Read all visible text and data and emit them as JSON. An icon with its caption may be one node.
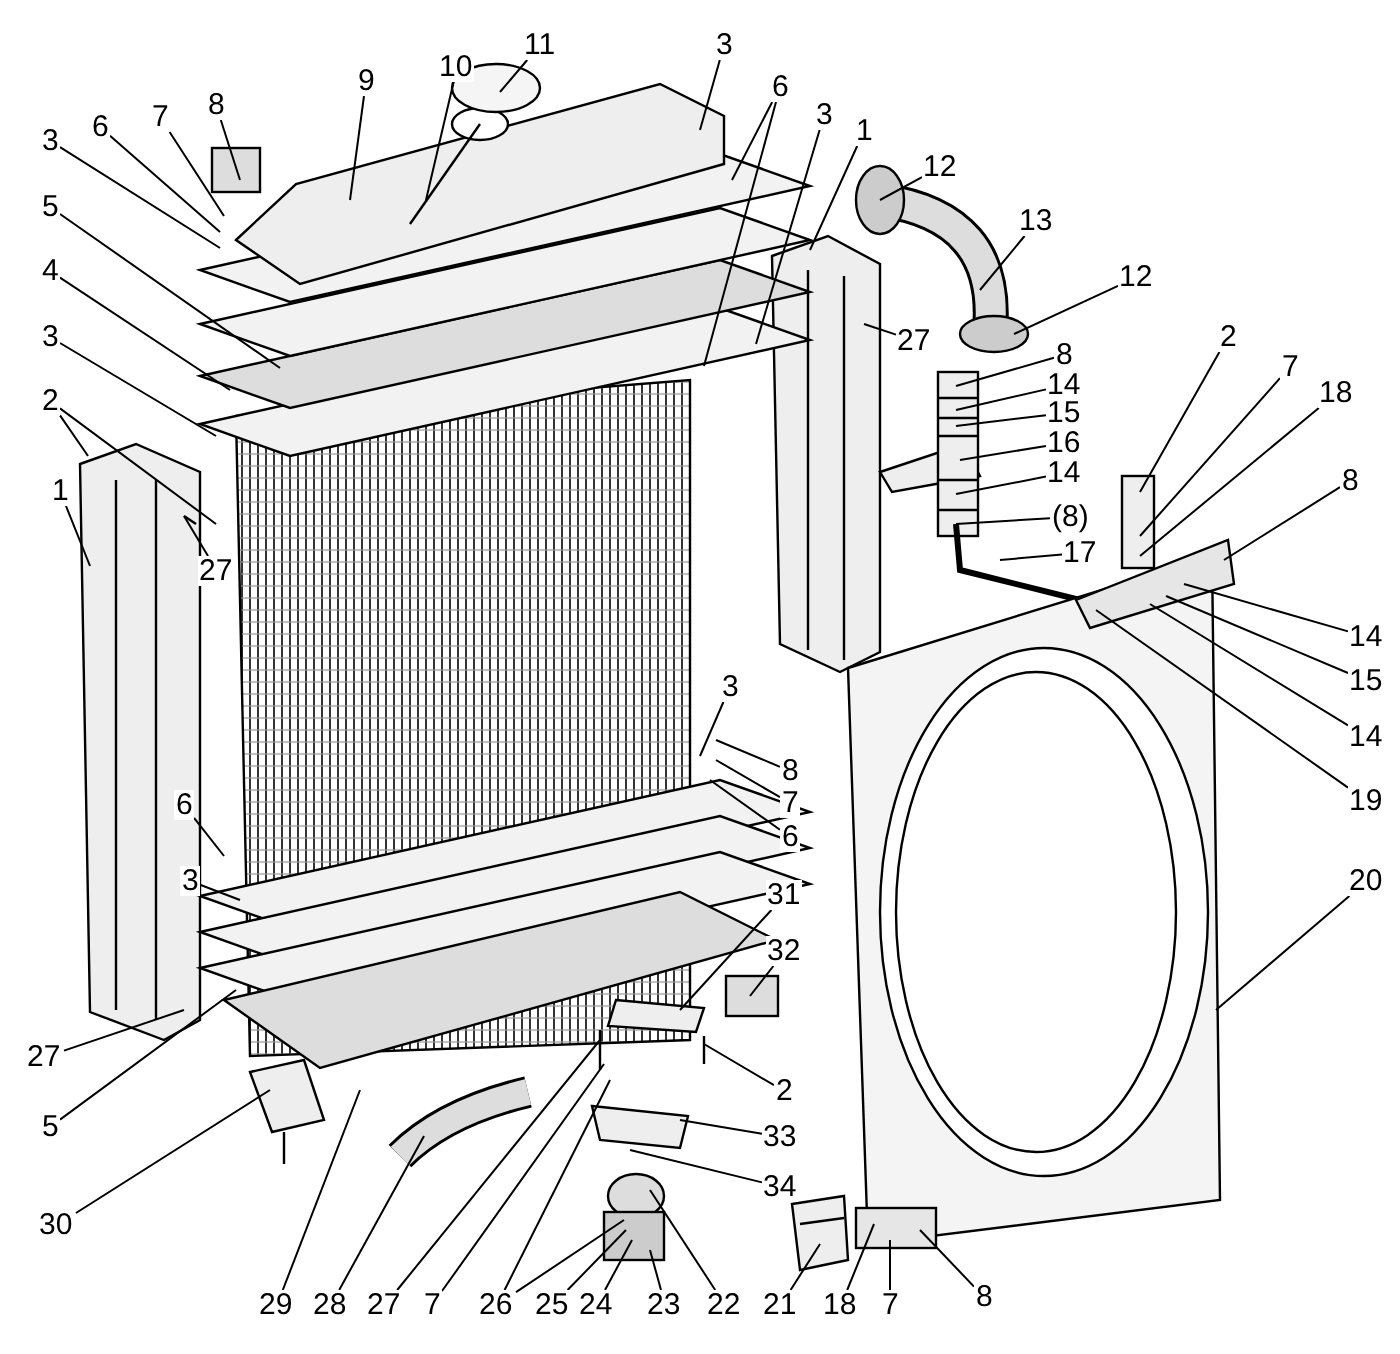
{
  "diagram": {
    "nodes": [
      {
        "text": [
          "3"
        ]
      },
      {
        "text": [
          "11"
        ]
      },
      {
        "text": [
          "10"
        ]
      },
      {
        "text": [
          "9"
        ]
      },
      {
        "text": [
          "6"
        ]
      },
      {
        "text": [
          "8"
        ]
      },
      {
        "text": [
          "3"
        ]
      },
      {
        "text": [
          "7"
        ]
      },
      {
        "text": [
          "6"
        ]
      },
      {
        "text": [
          "1"
        ]
      },
      {
        "text": [
          "3"
        ]
      },
      {
        "text": [
          "12"
        ]
      },
      {
        "text": [
          "5"
        ]
      },
      {
        "text": [
          "13"
        ]
      },
      {
        "text": [
          "12"
        ]
      },
      {
        "text": [
          "4"
        ]
      },
      {
        "text": [
          "3"
        ]
      },
      {
        "text": [
          "2"
        ]
      },
      {
        "text": [
          "27"
        ]
      },
      {
        "text": [
          "8"
        ]
      },
      {
        "text": [
          "7"
        ]
      },
      {
        "text": [
          "14"
        ]
      },
      {
        "text": [
          "18"
        ]
      },
      {
        "text": [
          "2"
        ]
      },
      {
        "text": [
          "15"
        ]
      },
      {
        "text": [
          "16"
        ]
      },
      {
        "text": [
          "14"
        ]
      },
      {
        "text": [
          "8"
        ]
      },
      {
        "text": [
          "1"
        ]
      },
      {
        "text": [
          "(8)"
        ]
      },
      {
        "text": [
          "17"
        ]
      },
      {
        "text": [
          "27"
        ]
      },
      {
        "text": [
          "14"
        ]
      },
      {
        "text": [
          "15"
        ]
      },
      {
        "text": [
          "3"
        ]
      },
      {
        "text": [
          "14"
        ]
      },
      {
        "text": [
          "8"
        ]
      },
      {
        "text": [
          "19"
        ]
      },
      {
        "text": [
          "6"
        ]
      },
      {
        "text": [
          "7"
        ]
      },
      {
        "text": [
          "6"
        ]
      },
      {
        "text": [
          "20"
        ]
      },
      {
        "text": [
          "3"
        ]
      },
      {
        "text": [
          "31"
        ]
      },
      {
        "text": [
          "32"
        ]
      },
      {
        "text": [
          "27"
        ]
      },
      {
        "text": [
          "2"
        ]
      },
      {
        "text": [
          "5"
        ]
      },
      {
        "text": [
          "33"
        ]
      },
      {
        "text": [
          "34"
        ]
      },
      {
        "text": [
          "30"
        ]
      },
      {
        "text": [
          "8"
        ]
      },
      {
        "text": [
          "29"
        ]
      },
      {
        "text": [
          "28"
        ]
      },
      {
        "text": [
          "27"
        ]
      },
      {
        "text": [
          "7"
        ]
      },
      {
        "text": [
          "26"
        ]
      },
      {
        "text": [
          "25"
        ]
      },
      {
        "text": [
          "24"
        ]
      },
      {
        "text": [
          "23"
        ]
      },
      {
        "text": [
          "22"
        ]
      },
      {
        "text": [
          "21"
        ]
      },
      {
        "text": [
          "18"
        ]
      },
      {
        "text": [
          "7"
        ]
      }
    ],
    "edges": [
      {
        "from": 0,
        "to": null,
        "arrow": "none"
      },
      {
        "from": 1,
        "to": null,
        "arrow": "none"
      },
      {
        "from": 2,
        "to": null,
        "arrow": "none"
      },
      {
        "from": 3,
        "to": null,
        "arrow": "none"
      },
      {
        "from": 4,
        "to": null,
        "arrow": "none"
      },
      {
        "from": 4,
        "to": null,
        "arrow": "none"
      },
      {
        "from": 5,
        "to": null,
        "arrow": "none"
      },
      {
        "from": 6,
        "to": null,
        "arrow": "none"
      },
      {
        "from": 7,
        "to": null,
        "arrow": "none"
      },
      {
        "from": 8,
        "to": null,
        "arrow": "none"
      },
      {
        "from": 9,
        "to": null,
        "arrow": "none"
      },
      {
        "from": 10,
        "to": null,
        "arrow": "none"
      },
      {
        "from": 11,
        "to": null,
        "arrow": "none"
      },
      {
        "from": 12,
        "to": null,
        "arrow": "none"
      },
      {
        "from": 13,
        "to": null,
        "arrow": "none"
      },
      {
        "from": 14,
        "to": null,
        "arrow": "none"
      },
      {
        "from": 15,
        "to": null,
        "arrow": "none"
      },
      {
        "from": 16,
        "to": null,
        "arrow": "none"
      },
      {
        "from": 17,
        "to": null,
        "arrow": "none"
      },
      {
        "from": 18,
        "to": null,
        "arrow": "none"
      },
      {
        "from": 19,
        "to": null,
        "arrow": "none"
      },
      {
        "from": 20,
        "to": null,
        "arrow": "none"
      },
      {
        "from": 21,
        "to": null,
        "arrow": "none"
      },
      {
        "from": 22,
        "to": null,
        "arrow": "none"
      },
      {
        "from": 23,
        "to": null,
        "arrow": "none"
      },
      {
        "from": 23,
        "to": null,
        "arrow": "none"
      },
      {
        "from": 24,
        "to": null,
        "arrow": "none"
      },
      {
        "from": 25,
        "to": null,
        "arrow": "none"
      },
      {
        "from": 26,
        "to": null,
        "arrow": "none"
      },
      {
        "from": 27,
        "to": null,
        "arrow": "none"
      },
      {
        "from": 28,
        "to": null,
        "arrow": "none"
      },
      {
        "from": 29,
        "to": null,
        "arrow": "none"
      },
      {
        "from": 30,
        "to": null,
        "arrow": "none"
      },
      {
        "from": 31,
        "to": null,
        "arrow": "none"
      },
      {
        "from": 32,
        "to": null,
        "arrow": "none"
      },
      {
        "from": 33,
        "to": null,
        "arrow": "none"
      },
      {
        "from": 34,
        "to": null,
        "arrow": "none"
      },
      {
        "from": 35,
        "to": null,
        "arrow": "none"
      },
      {
        "from": 36,
        "to": null,
        "arrow": "none"
      },
      {
        "from": 37,
        "to": null,
        "arrow": "none"
      },
      {
        "from": 38,
        "to": null,
        "arrow": "none"
      },
      {
        "from": 39,
        "to": null,
        "arrow": "none"
      },
      {
        "from": 40,
        "to": null,
        "arrow": "none"
      },
      {
        "from": 41,
        "to": null,
        "arrow": "none"
      },
      {
        "from": 42,
        "to": null,
        "arrow": "none"
      },
      {
        "from": 43,
        "to": null,
        "arrow": "none"
      },
      {
        "from": 44,
        "to": null,
        "arrow": "none"
      },
      {
        "from": 45,
        "to": null,
        "arrow": "none"
      },
      {
        "from": 46,
        "to": null,
        "arrow": "none"
      },
      {
        "from": 47,
        "to": null,
        "arrow": "none"
      },
      {
        "from": 48,
        "to": null,
        "arrow": "none"
      },
      {
        "from": 49,
        "to": null,
        "arrow": "none"
      },
      {
        "from": 50,
        "to": null,
        "arrow": "none"
      },
      {
        "from": 51,
        "to": null,
        "arrow": "none"
      },
      {
        "from": 52,
        "to": null,
        "arrow": "none"
      },
      {
        "from": 53,
        "to": null,
        "arrow": "none"
      },
      {
        "from": 54,
        "to": null,
        "arrow": "none"
      },
      {
        "from": 55,
        "to": null,
        "arrow": "none"
      },
      {
        "from": 56,
        "to": null,
        "arrow": "none"
      },
      {
        "from": 56,
        "to": null,
        "arrow": "none"
      },
      {
        "from": 57,
        "to": null,
        "arrow": "none"
      },
      {
        "from": 58,
        "to": null,
        "arrow": "none"
      },
      {
        "from": 59,
        "to": null,
        "arrow": "none"
      },
      {
        "from": 60,
        "to": null,
        "arrow": "none"
      },
      {
        "from": 61,
        "to": null,
        "arrow": "none"
      },
      {
        "from": 62,
        "to": null,
        "arrow": "none"
      },
      {
        "from": 63,
        "to": null,
        "arrow": "none"
      }
    ]
  }
}
